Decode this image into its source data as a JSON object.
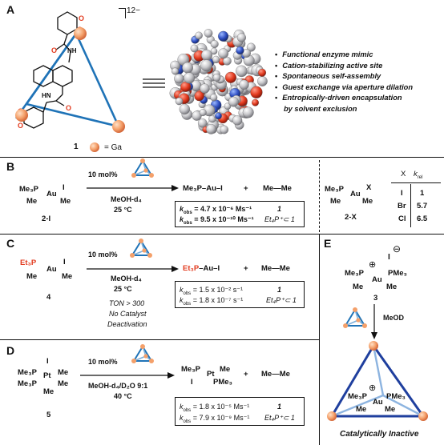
{
  "panels": {
    "a": "A",
    "b": "B",
    "c": "C",
    "d": "D",
    "e": "E"
  },
  "panel_a": {
    "charge": "12−",
    "compound_number": "1",
    "ga_legend": "= Ga",
    "features": [
      "Functional enzyme mimic",
      "Cation-stabilizing active site",
      "Spontaneous self-assembly",
      "Guest exchange via aperture dilation",
      "Entropically-driven encapsulation",
      "by solvent exclusion"
    ],
    "colors": {
      "ga": "#f4a06a",
      "ligand_blue": "#1f73b7",
      "oxygen_red": "#e23a1e"
    }
  },
  "panel_b": {
    "reagent_top": "Me₃P",
    "reagent_au": "Au",
    "reagent_i": "I",
    "reagent_me_left": "Me",
    "reagent_me_right": "Me",
    "compound": "2-I",
    "catalyst": "10 mol%",
    "solvent": "MeOH-d₄",
    "temperature": "25 °C",
    "product": "Me₃P–Au–I",
    "plus": "+",
    "byproduct": "Me—Me",
    "k1_label": "k",
    "k1_sub": "obs",
    "k1_value": " = 4.7 x 10⁻⁶ Ms⁻¹",
    "k1_cond": "1",
    "k2_label": "k",
    "k2_sub": "obs",
    "k2_value": " = 9.5 x 10⁻¹⁰ Ms⁻¹",
    "k2_cond": "Et₄P⁺⊂ 1",
    "table_title_x": "X",
    "table_title_k": "k",
    "table_title_k_sub": "rel",
    "table_rows": [
      {
        "x": "I",
        "k": "1"
      },
      {
        "x": "Br",
        "k": "5.7"
      },
      {
        "x": "Cl",
        "k": "6.5"
      }
    ],
    "x_compound": "2-X",
    "x_reagent_top": "Me₃P",
    "x_reagent_au": "Au",
    "x_reagent_x": "X",
    "x_reagent_me_left": "Me",
    "x_reagent_me_right": "Me"
  },
  "panel_c": {
    "reagent_top": "Et₃P",
    "reagent_au": "Au",
    "reagent_i": "I",
    "reagent_me_left": "Me",
    "reagent_me_right": "Me",
    "compound": "4",
    "catalyst": "10 mol%",
    "solvent": "MeOH-d₄",
    "temperature": "25 °C",
    "product_red": "Et₃P",
    "product_rest": "–Au–I",
    "plus": "+",
    "byproduct": "Me—Me",
    "notes": [
      "TON > 300",
      "No Catalyst",
      "Deactivation"
    ],
    "k1_label": "k",
    "k1_sub": "obs",
    "k1_value": " = 1.5 x 10⁻² s⁻¹",
    "k1_cond": "1",
    "k2_label": "k",
    "k2_sub": "obs",
    "k2_value": " = 1.8 x 10⁻⁷ s⁻¹",
    "k2_cond": "Et₄P⁺⊂ 1"
  },
  "panel_d": {
    "reagent_l1": "Me₃P",
    "reagent_l2": "Me₃P",
    "reagent_pt": "Pt",
    "reagent_i": "I",
    "reagent_me1": "Me",
    "reagent_me2": "Me",
    "reagent_me3": "Me",
    "compound": "5",
    "catalyst": "10 mol%",
    "solvent": "MeOH-d₄/D₂O 9:1",
    "temperature": "40 °C",
    "product_l1": "Me₃P",
    "product_pt": "Pt",
    "product_me": "Me",
    "product_i": "I",
    "product_pme3": "PMe₃",
    "plus": "+",
    "byproduct": "Me—Me",
    "k1_label": "k",
    "k1_sub": "obs",
    "k1_value": " = 1.8 x 10⁻⁵ Ms⁻¹",
    "k1_cond": "1",
    "k2_label": "k",
    "k2_sub": "obs",
    "k2_value": " = 7.9 x 10⁻⁹ Ms⁻¹",
    "k2_cond": "Et₄P⁺⊂ 1"
  },
  "panel_e": {
    "anion": "I",
    "anion_charge": "⊖",
    "cation_charge": "⊕",
    "reagent_l": "Me₃P",
    "reagent_au": "Au",
    "reagent_r": "PMe₃",
    "reagent_me_left": "Me",
    "reagent_me_right": "Me",
    "compound": "3",
    "solvent": "MeOD",
    "inner_charge": "⊕",
    "inner_l": "Me₃P",
    "inner_au": "Au",
    "inner_r": "PMe₃",
    "inner_me_left": "Me",
    "inner_me_right": "Me",
    "caption": "Catalytically Inactive"
  }
}
